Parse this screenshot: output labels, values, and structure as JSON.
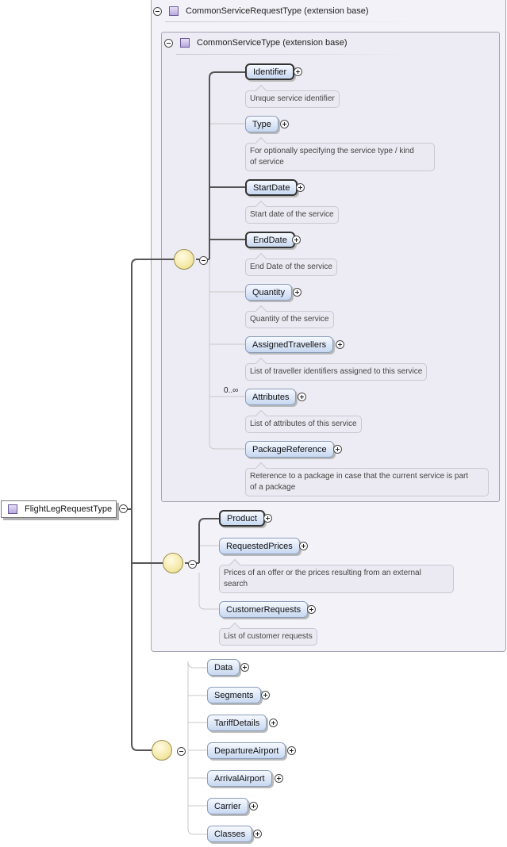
{
  "root": {
    "label": "FlightLegRequestType"
  },
  "outer_base": {
    "title": "CommonServiceRequestType (extension base)"
  },
  "inner_base": {
    "title": "CommonServiceType (extension base)"
  },
  "common_service_elements": [
    {
      "name": "Identifier",
      "required": true,
      "doc": "Unique service identifier"
    },
    {
      "name": "Type",
      "required": false,
      "doc_lines": [
        "For optionally specifying the service type / kind",
        "of service"
      ]
    },
    {
      "name": "StartDate",
      "required": true,
      "doc": "Start date of the service"
    },
    {
      "name": "EndDate",
      "required": true,
      "doc": "End Date of the service"
    },
    {
      "name": "Quantity",
      "required": false,
      "doc": "Quantity of the service"
    },
    {
      "name": "AssignedTravellers",
      "required": false,
      "doc": "List of traveller identifiers assigned to this service"
    },
    {
      "name": "Attributes",
      "required": false,
      "multiplicity": "0..∞",
      "doc": "List of attributes of this service"
    },
    {
      "name": "PackageReference",
      "required": false,
      "doc_lines": [
        "Reference to a package in case that the current service is part",
        "of a package"
      ]
    }
  ],
  "common_request_elements": [
    {
      "name": "Product",
      "required": true
    },
    {
      "name": "RequestedPrices",
      "required": false,
      "doc_lines": [
        "Prices of an offer or the prices resulting from an external",
        "search"
      ]
    },
    {
      "name": "CustomerRequests",
      "required": false,
      "doc": "List of customer requests"
    }
  ],
  "flight_leg_elements": [
    {
      "name": "Data"
    },
    {
      "name": "Segments"
    },
    {
      "name": "TariffDetails"
    },
    {
      "name": "DepartureAirport"
    },
    {
      "name": "ArrivalAirport"
    },
    {
      "name": "Carrier"
    },
    {
      "name": "Classes"
    }
  ]
}
